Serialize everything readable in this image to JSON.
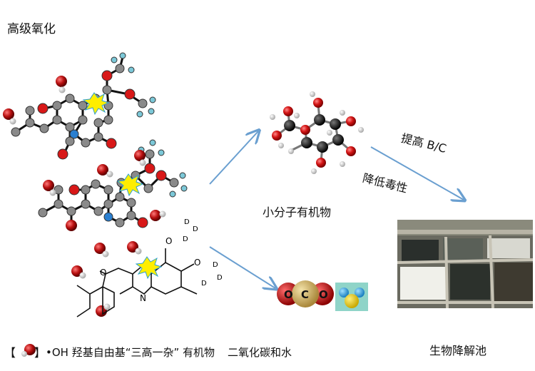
{
  "title": "高级氧化",
  "labels": {
    "small_molecule": "小分子有机物",
    "raise_bc": "提高 B/C",
    "reduce_toxicity": "降低毒性",
    "bio_tank": "生物降解池",
    "co2_atoms": [
      "O",
      "C",
      "O"
    ],
    "methyl_d": "D"
  },
  "legend": {
    "open_bracket": "【",
    "close_bracket": "】",
    "radical": "•OH 羟基自由基",
    "organics": "“三高一杂” 有机物",
    "products": "二氧化碳和水"
  },
  "colors": {
    "carbon": "#888888",
    "oxygen": "#d81818",
    "nitrogen": "#2a7fd0",
    "fluorine_d": "#7cc8d8",
    "radical": "#b01010",
    "arrow": "#6a9fd0",
    "flash": "#ffee00"
  }
}
